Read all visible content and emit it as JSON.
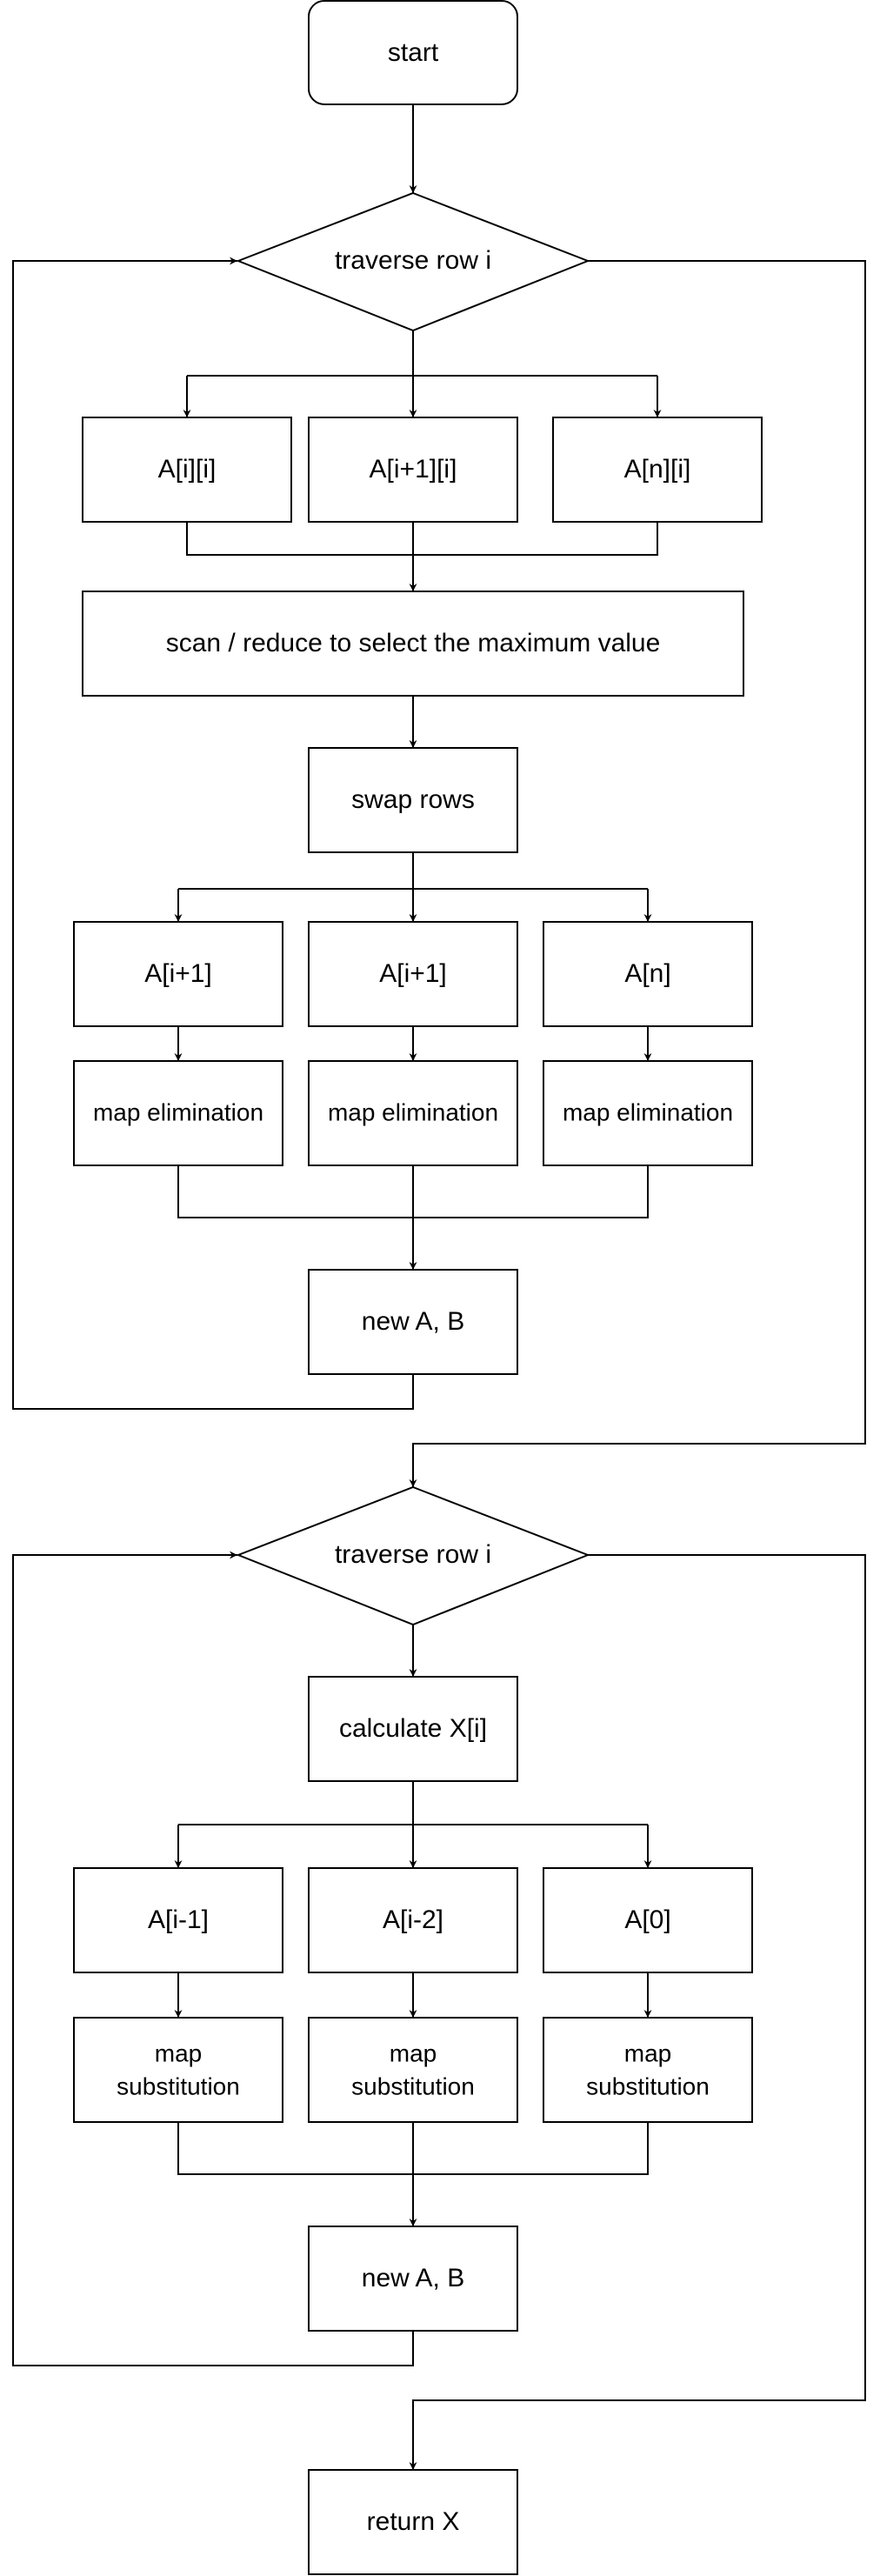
{
  "flowchart": {
    "start": "start",
    "forward_loop": {
      "condition": "traverse row i",
      "cells": [
        "A[i][i]",
        "A[i+1][i]",
        "A[n][i]"
      ],
      "reduce": "scan / reduce to select the maximum value",
      "swap": "swap rows",
      "rows": [
        "A[i+1]",
        "A[i+1]",
        "A[n]"
      ],
      "maps": [
        "map elimination",
        "map elimination",
        "map elimination"
      ],
      "result": "new A, B"
    },
    "backward_loop": {
      "condition": "traverse row i",
      "calc": "calculate X[i]",
      "rows": [
        "A[i-1]",
        "A[i-2]",
        "A[0]"
      ],
      "maps": [
        [
          "map",
          "substitution"
        ],
        [
          "map",
          "substitution"
        ],
        [
          "map",
          "substitution"
        ]
      ],
      "result": "new A, B"
    },
    "end": "return X"
  }
}
